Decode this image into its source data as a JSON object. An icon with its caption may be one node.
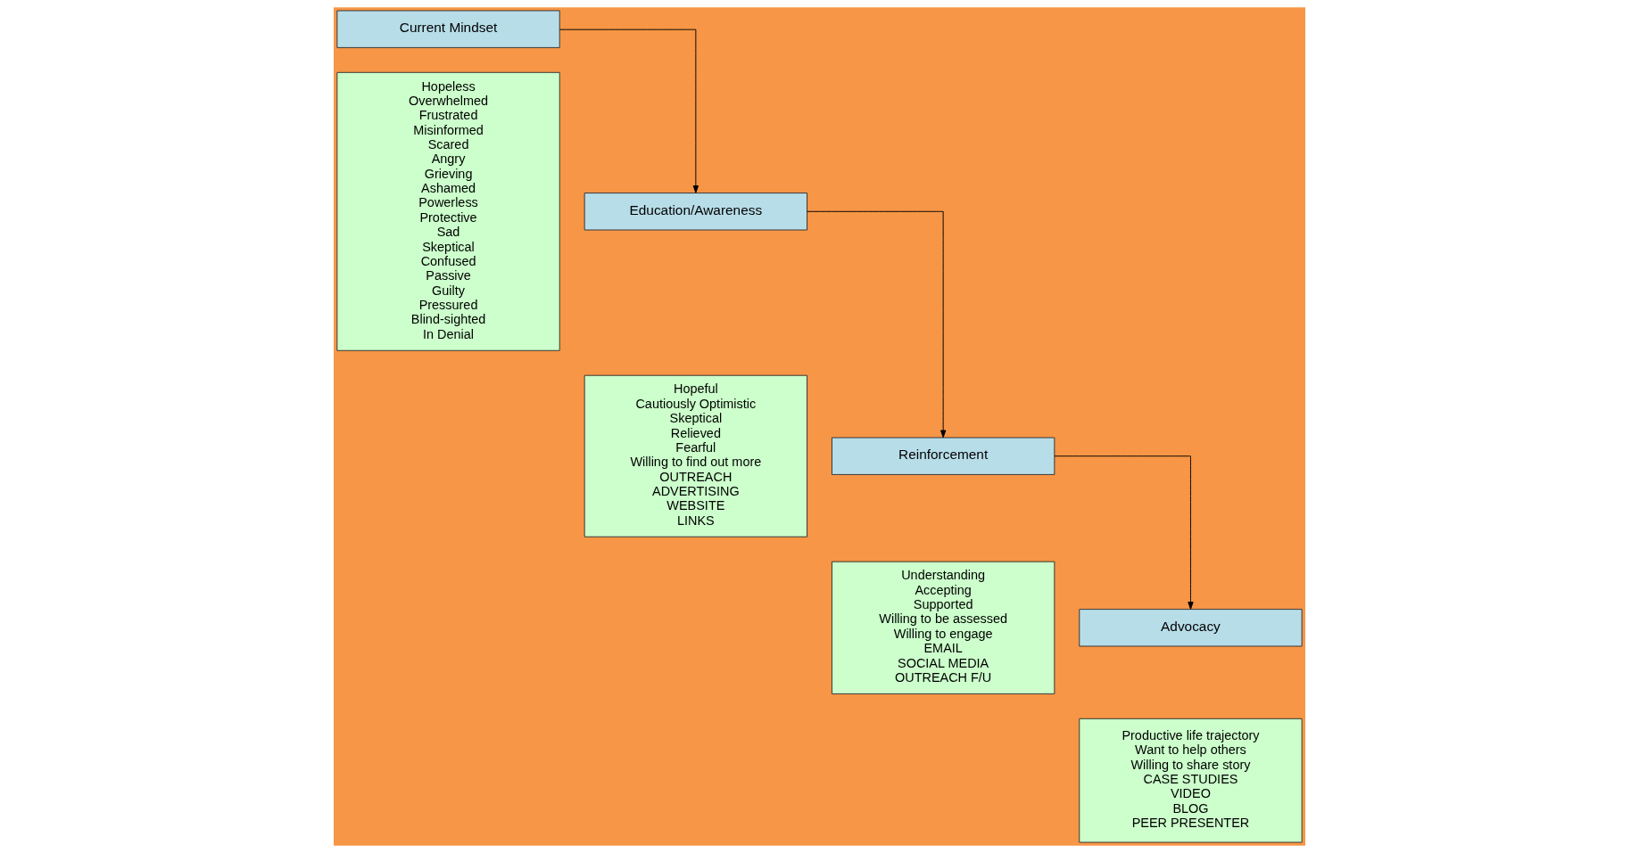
{
  "diagram": {
    "nodes": [
      {
        "text": [
          "Current Mindset"
        ]
      },
      {
        "text": [
          "Hopeless",
          "Overwhelmed",
          "Frustrated",
          "Misinformed",
          "Scared",
          "Angry",
          "Grieving",
          "Ashamed",
          "Powerless",
          "Protective",
          "Sad",
          "Skeptical",
          "Confused",
          "Passive",
          "Guilty",
          "Pressured",
          "Blind-sighted",
          "In Denial"
        ]
      },
      {
        "text": [
          "Education/Awareness"
        ]
      },
      {
        "text": [
          "Hopeful",
          "Cautiously Optimistic",
          "Skeptical",
          "Relieved",
          "Fearful",
          "Willing to find out more",
          "OUTREACH",
          "ADVERTISING",
          "WEBSITE",
          "LINKS"
        ]
      },
      {
        "text": [
          "Reinforcement"
        ]
      },
      {
        "text": [
          "Understanding",
          "Accepting",
          "Supported",
          "Willing to be assessed",
          "Willing to engage",
          "EMAIL",
          "SOCIAL MEDIA",
          "OUTREACH F/U"
        ]
      },
      {
        "text": [
          "Advocacy"
        ]
      },
      {
        "text": [
          "Productive life trajectory",
          "Want to help others",
          "Willing to share story",
          "CASE STUDIES",
          "VIDEO",
          "BLOG",
          "PEER PRESENTER"
        ]
      }
    ],
    "edges": [
      {
        "from": 0,
        "to": 2,
        "arrow": "to"
      },
      {
        "from": 2,
        "to": 4,
        "arrow": "to"
      },
      {
        "from": 4,
        "to": 6,
        "arrow": "to"
      }
    ]
  }
}
